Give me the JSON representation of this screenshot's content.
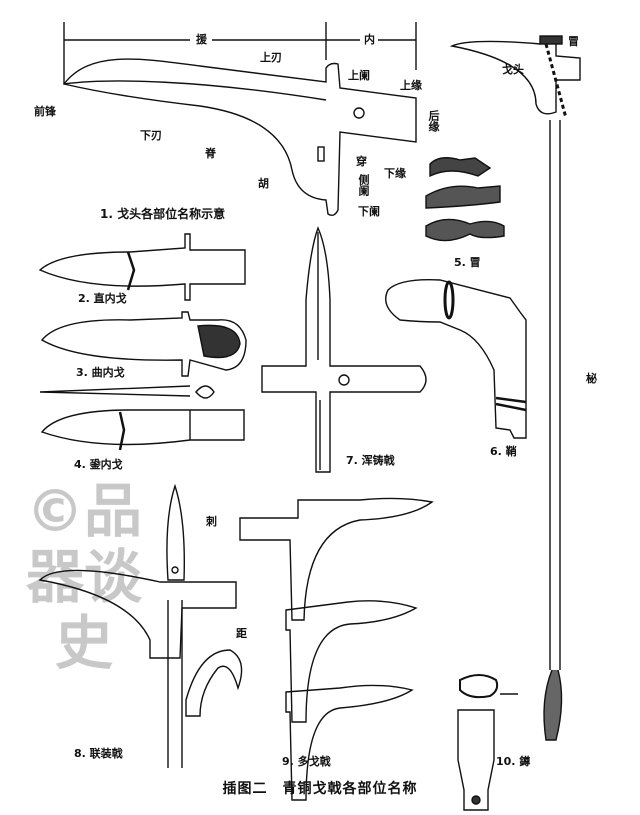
{
  "watermark": "©品器谈史",
  "figure_title": "插图二　青铜戈戟各部位名称",
  "parts": {
    "yuan": "援",
    "nei": "内",
    "shang_ren": "上刃",
    "shang_lan": "上阑",
    "shang_yuan": "上缘",
    "qian_feng": "前锋",
    "hou_yuan": "后缘",
    "xia_ren": "下刃",
    "ji": "脊",
    "chuan": "穿",
    "xia_yuan": "下缘",
    "hu": "胡",
    "ce_lan": "侧阑",
    "xia_lan": "下阑",
    "mao": "冒",
    "ge_tou": "戈头",
    "bi": "柲",
    "ci": "刺",
    "ju": "距"
  },
  "captions": {
    "c1": "1. 戈头各部位名称示意",
    "c2": "2. 直内戈",
    "c3": "3. 曲内戈",
    "c4": "4. 銎内戈",
    "c5": "5. 冒",
    "c6": "6. 鞘",
    "c7": "7. 浑铸戟",
    "c8": "8. 联装戟",
    "c9": "9. 多戈戟",
    "c10": "10. 鐏"
  }
}
